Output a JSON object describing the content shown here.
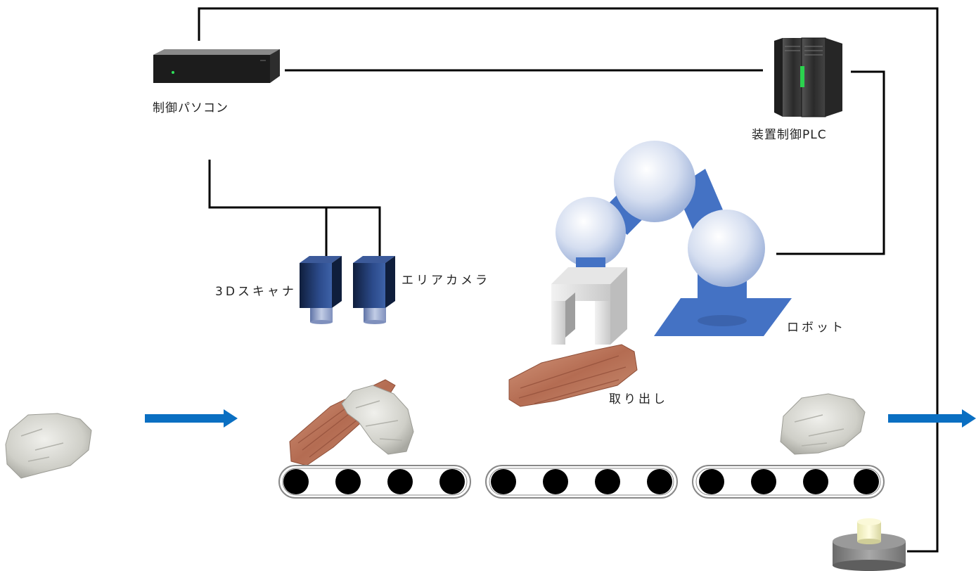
{
  "labels": {
    "control_pc": "制御パソコン",
    "device_plc": "装置制御PLC",
    "scanner_3d": "3Dスキャナ",
    "area_camera": "エリアカメラ",
    "robot": "ロボット",
    "pick_out": "取り出し"
  },
  "colors": {
    "wire": "#000000",
    "flow_arrow": "#0a6fc2",
    "robot_arm": "#4472c4",
    "robot_joint": "#c9d6ec",
    "camera_body": "#1f3864",
    "roller": "#000000",
    "wood": "#b8705a",
    "concrete": "#cfcfcf",
    "server": "#3a3a3a",
    "server_led": "#22e04a"
  },
  "icons": {
    "control_pc": "desktop-pc-icon",
    "device_plc": "server-tower-icon",
    "camera": "industrial-camera-icon",
    "robot": "robot-arm-icon",
    "sensor": "cylinder-sensor-icon"
  }
}
